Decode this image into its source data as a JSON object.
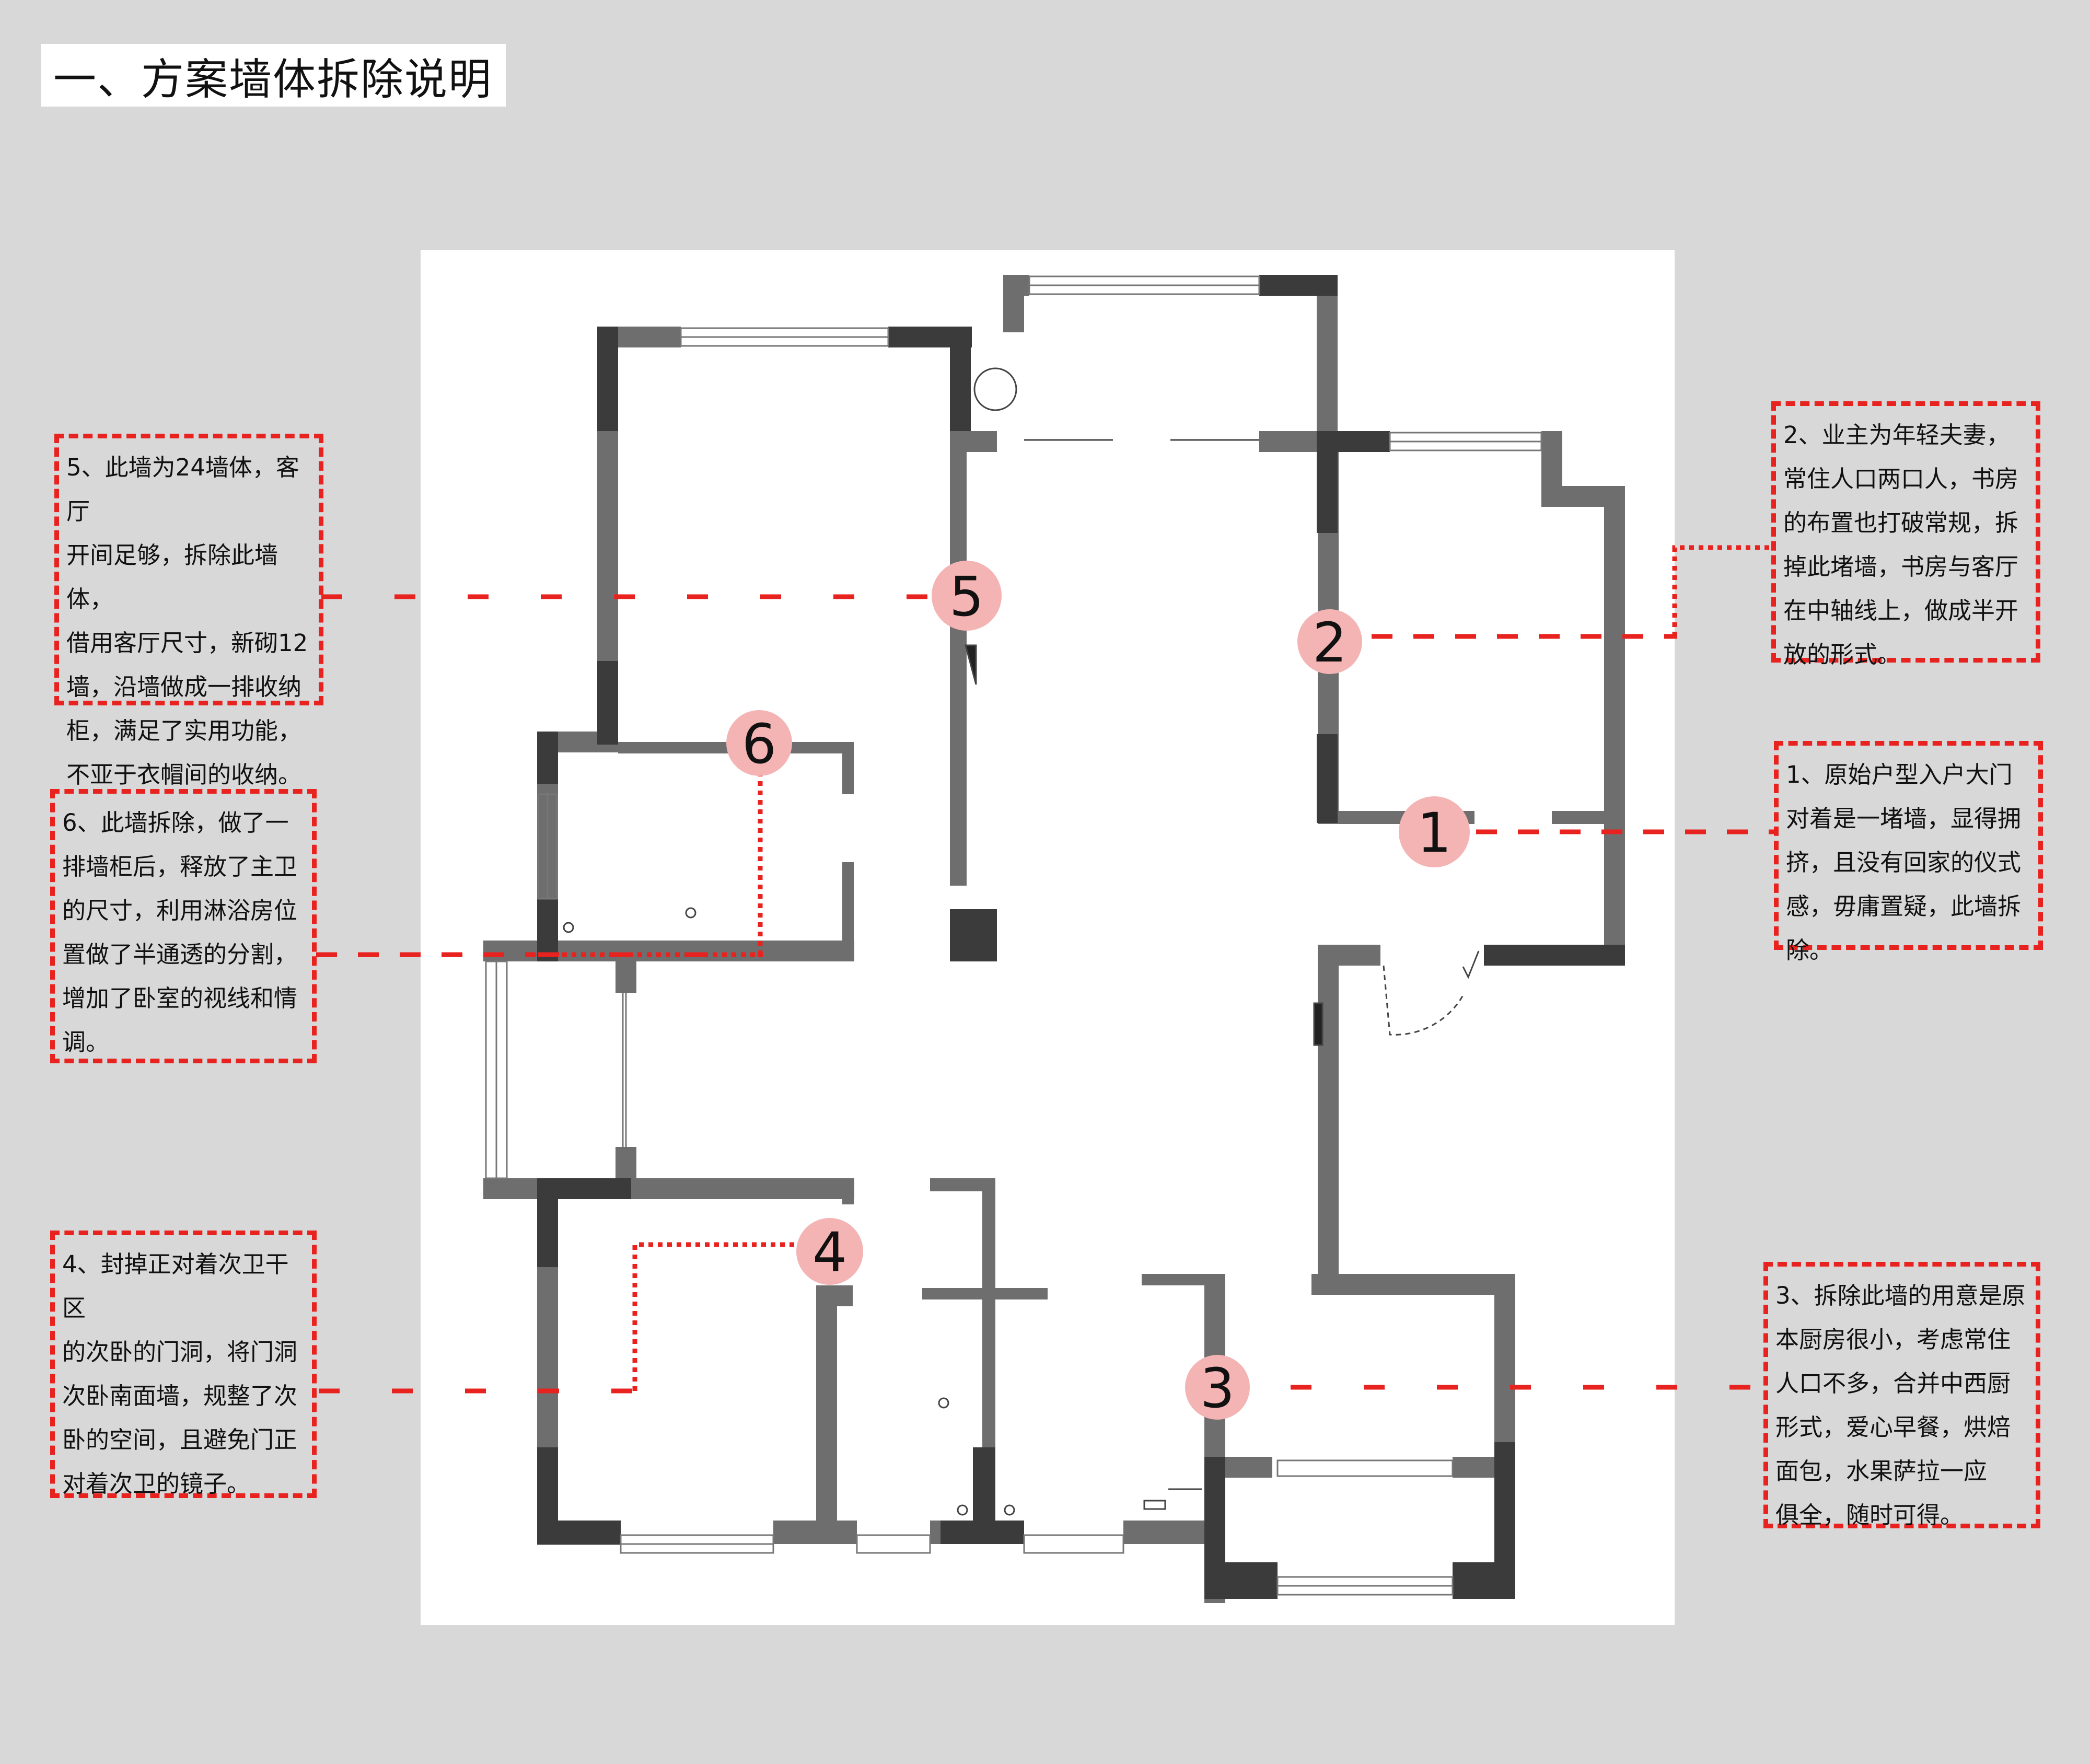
{
  "title": "一、方案墙体拆除说明",
  "notes": {
    "n5": "5、此墙为24墙体，客厅\n开间足够，拆除此墙体，\n借用客厅尺寸，新砌12\n墙，沿墙做成一排收纳\n柜，满足了实用功能，\n不亚于衣帽间的收纳。",
    "n6": "6、此墙拆除，做了一\n排墙柜后，释放了主卫\n的尺寸，利用淋浴房位\n置做了半通透的分割，\n增加了卧室的视线和情\n调。",
    "n4": "4、封掉正对着次卫干区\n的次卧的门洞，将门洞\n次卧南面墙，规整了次\n卧的空间，且避免门正\n对着次卫的镜子。",
    "n2": "2、业主为年轻夫妻，\n常住人口两口人，书房\n的布置也打破常规，拆\n掉此堵墙，书房与客厅\n在中轴线上，做成半开\n放的形式。",
    "n1": "1、原始户型入户大门\n对着是一堵墙，显得拥\n挤，且没有回家的仪式\n感，毋庸置疑，此墙拆\n除。",
    "n3": "3、拆除此墙的用意是原\n本厨房很小，考虑常住\n人口不多，合并中西厨\n形式，爱心早餐，烘焙\n面包，水果萨拉一应\n俱全，随时可得。"
  },
  "markers": [
    "1",
    "2",
    "3",
    "4",
    "5",
    "6"
  ],
  "colors": {
    "dashed_red": "#e8221e",
    "marker_fill": "#f4b4b4",
    "wall_dark": "#3b3b3b",
    "wall_mid": "#6e6e6e"
  }
}
